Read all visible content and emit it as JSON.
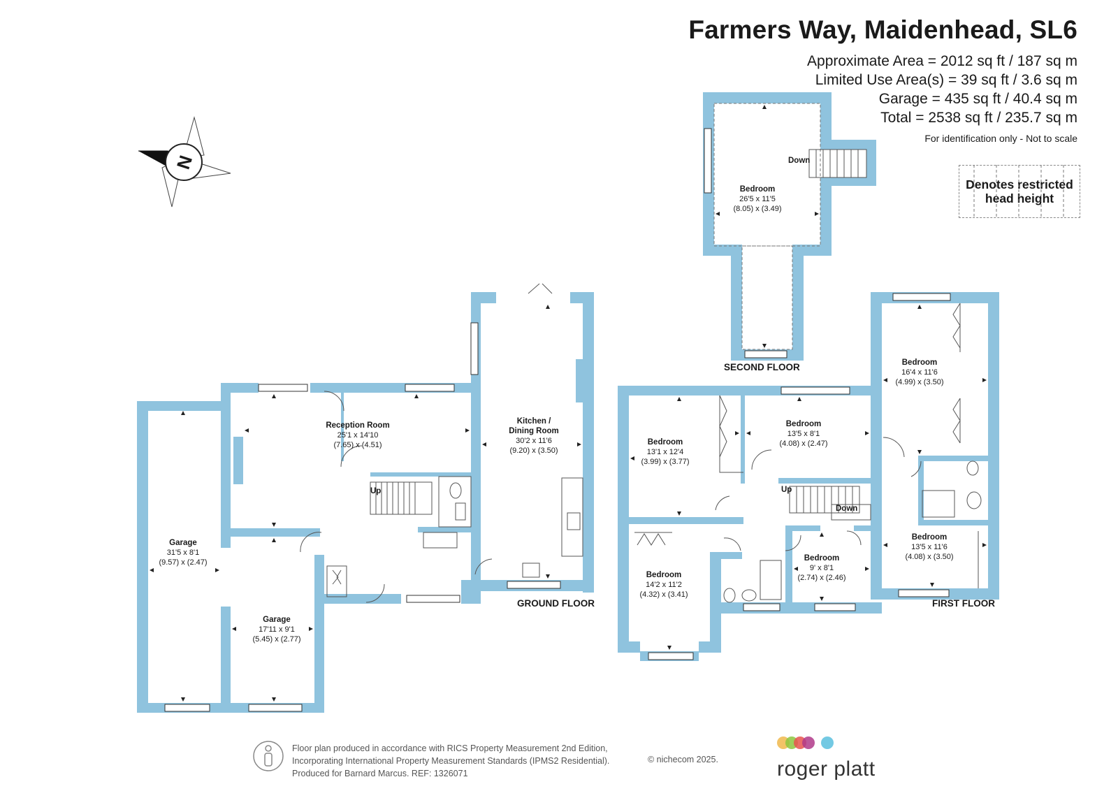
{
  "header": {
    "title": "Farmers Way, Maidenhead, SL6",
    "approx_area": "Approximate Area = 2012 sq ft / 187 sq m",
    "limited_area": "Limited Use Area(s) = 39 sq ft / 3.6 sq m",
    "garage_area": "Garage = 435 sq ft / 40.4 sq m",
    "total_area": "Total = 2538 sq ft / 235.7 sq m",
    "note": "For identification only - Not to scale"
  },
  "legend": {
    "label": "Denotes restricted head height"
  },
  "compass": {
    "letter": "N"
  },
  "floors": {
    "ground": "GROUND FLOOR",
    "first": "FIRST FLOOR",
    "second": "SECOND FLOOR"
  },
  "rooms": {
    "garage_large": {
      "name": "Garage",
      "imperial": "31'5 x 8'1",
      "metric": "(9.57) x (2.47)"
    },
    "garage_small": {
      "name": "Garage",
      "imperial": "17'11 x 9'1",
      "metric": "(5.45) x (2.77)"
    },
    "reception": {
      "name": "Reception Room",
      "imperial": "25'1 x 14'10",
      "metric": "(7.65) x (4.51)"
    },
    "kitchen": {
      "name_line1": "Kitchen /",
      "name_line2": "Dining Room",
      "imperial": "30'2 x 11'6",
      "metric": "(9.20) x (3.50)"
    },
    "bed_second": {
      "name": "Bedroom",
      "imperial": "26'5 x 11'5",
      "metric": "(8.05) x (3.49)"
    },
    "bed_first_a": {
      "name": "Bedroom",
      "imperial": "13'1 x 12'4",
      "metric": "(3.99) x (3.77)"
    },
    "bed_first_b": {
      "name": "Bedroom",
      "imperial": "13'5 x 8'1",
      "metric": "(4.08) x (2.47)"
    },
    "bed_first_c": {
      "name": "Bedroom",
      "imperial": "16'4 x 11'6",
      "metric": "(4.99) x (3.50)"
    },
    "bed_first_d": {
      "name": "Bedroom",
      "imperial": "14'2 x 11'2",
      "metric": "(4.32) x (3.41)"
    },
    "bed_first_e": {
      "name": "Bedroom",
      "imperial": "9' x 8'1",
      "metric": "(2.74) x (2.46)"
    },
    "bed_first_f": {
      "name": "Bedroom",
      "imperial": "13'5 x 11'6",
      "metric": "(4.08) x (3.50)"
    }
  },
  "stairs": {
    "up": "Up",
    "down": "Down"
  },
  "footer": {
    "line1": "Floor plan produced in accordance with RICS Property Measurement 2nd Edition,",
    "line2": "Incorporating International Property Measurement Standards (IPMS2 Residential).",
    "line3": "Produced for Barnard Marcus.   REF:  1326071",
    "copyright": "© nichecom 2025.",
    "brand": "roger platt",
    "brand_colors": [
      "#f0b94c",
      "#8dc63f",
      "#e8534f",
      "#b0398a",
      "#5bc0de"
    ]
  }
}
